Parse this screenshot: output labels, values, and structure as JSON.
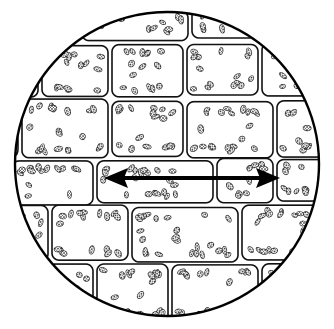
{
  "figure": {
    "subject": "microscope-field-of-view",
    "style": "black-and-white line drawing",
    "colors": {
      "background": "#ffffff",
      "outline": "#111111",
      "granule": "#8a8a8a",
      "arrow": "#000000"
    }
  },
  "arrow": {
    "direction": "double-headed-horizontal"
  }
}
